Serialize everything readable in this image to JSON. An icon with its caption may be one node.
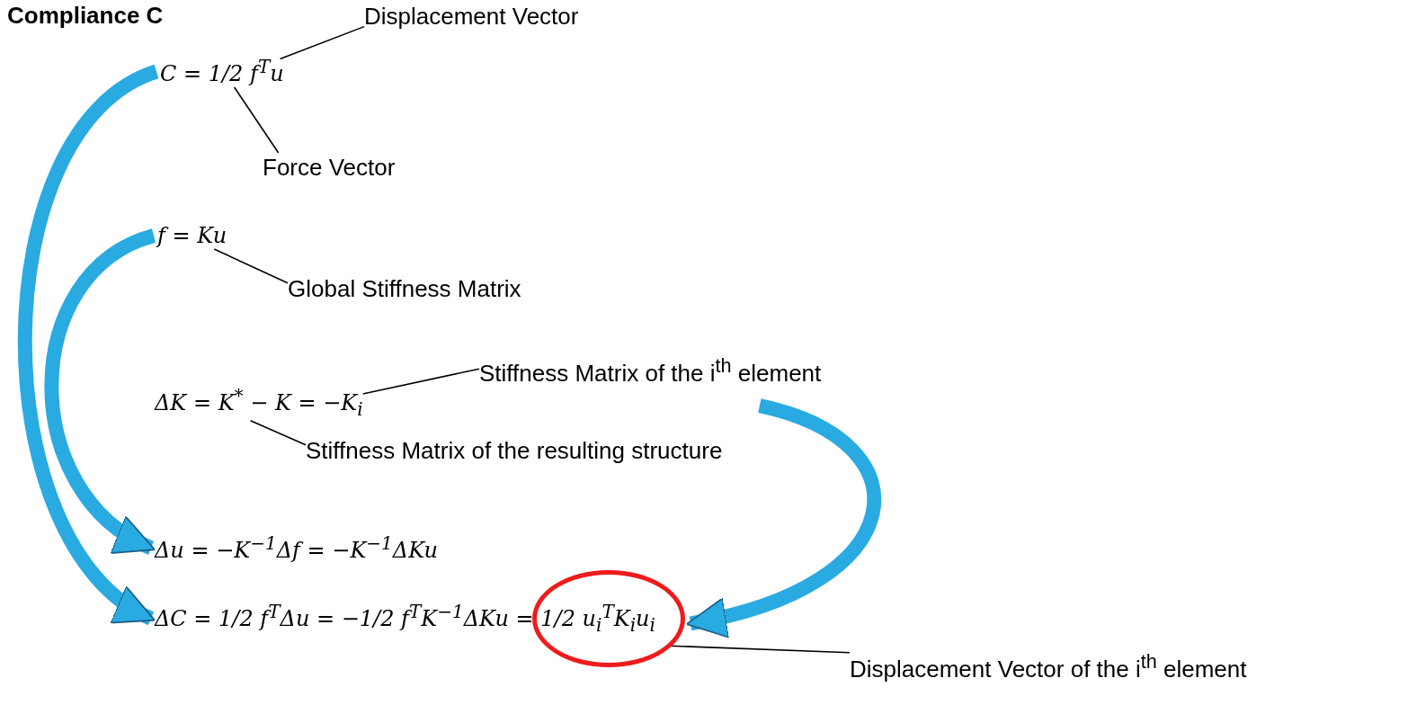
{
  "diagram": {
    "title": "Compliance C",
    "nodes": [
      {
        "text": [
          "Displacement Vector"
        ]
      },
      {
        "text": [
          "C = 1/2 f$^{T}$u"
        ]
      },
      {
        "text": [
          "Force Vector"
        ]
      },
      {
        "text": [
          "f = Ku"
        ]
      },
      {
        "text": [
          "Global Stiffness Matrix"
        ]
      },
      {
        "text": [
          "Stiffness Matrix of the i$^{th}$ element"
        ]
      },
      {
        "text": [
          "ΔK = K$^{*}$ − K = −K$_{i}$"
        ]
      },
      {
        "text": [
          "Stiffness Matrix of the resulting structure"
        ]
      },
      {
        "text": [
          "Δu = −K$^{−1}$Δf = −K$^{−1}$ΔKu"
        ]
      },
      {
        "text": [
          "ΔC = 1/2 f$^{T}$Δu = −1/2 f$^{T}$K$^{−1}$ΔKu = 1/2 u$_{i}$$^{T}$K$_{i}$u$_{i}$"
        ]
      },
      {
        "text": [],
        "shape": "circle"
      },
      {
        "text": [
          "Displacement Vector of the i$^{th}$ element"
        ]
      }
    ],
    "edges": [
      {
        "from": 0,
        "to": 1,
        "arrow": "none"
      },
      {
        "from": 2,
        "to": 1,
        "arrow": "none"
      },
      {
        "from": 4,
        "to": 3,
        "arrow": "none"
      },
      {
        "from": 5,
        "to": 6,
        "arrow": "none"
      },
      {
        "from": 7,
        "to": 6,
        "arrow": "none"
      },
      {
        "from": 11,
        "to": 10,
        "arrow": "none"
      },
      {
        "from": 1,
        "to": 9,
        "arrow": "to",
        "style": "thick",
        "color": "#29abe2"
      },
      {
        "from": 3,
        "to": 8,
        "arrow": "to",
        "style": "thick",
        "color": "#29abe2"
      },
      {
        "from": 5,
        "to": 10,
        "arrow": "to",
        "style": "thick",
        "color": "#29abe2"
      }
    ]
  }
}
